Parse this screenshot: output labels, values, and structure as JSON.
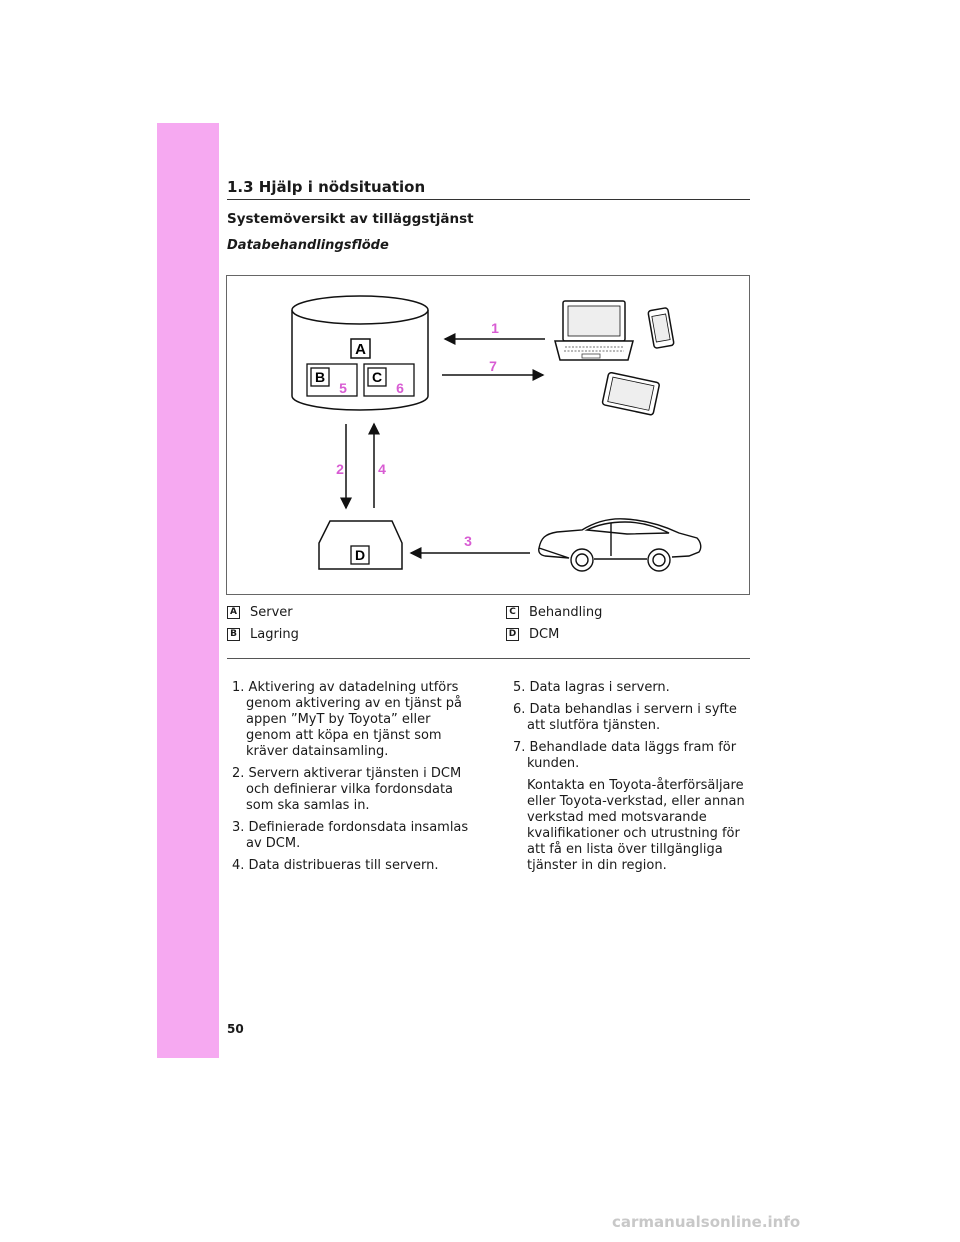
{
  "header": {
    "section_title": "1.3  Hjälp i nödsituation",
    "subtitle": "Systemöversikt av tilläggstjänst",
    "subtitle_italic": "Databehandlingsflöde"
  },
  "figure": {
    "box_labels": {
      "A": "A",
      "B": "B",
      "C": "C",
      "D": "D"
    },
    "step_numbers": [
      "1",
      "2",
      "3",
      "4",
      "5",
      "6",
      "7"
    ],
    "step_color": "#d85cd3"
  },
  "legend": [
    {
      "key": "A",
      "label": "Server"
    },
    {
      "key": "B",
      "label": "Lagring"
    },
    {
      "key": "C",
      "label": "Behandling"
    },
    {
      "key": "D",
      "label": "DCM"
    }
  ],
  "steps_left": [
    {
      "num": "1.",
      "text": "Aktivering av datadelning utförs genom aktivering av en tjänst på appen ”MyT by Toyota” eller genom att köpa en tjänst som kräver datainsamling."
    },
    {
      "num": "2.",
      "text": "Servern aktiverar tjänsten i DCM och definierar vilka fordonsdata som ska samlas in."
    },
    {
      "num": "3.",
      "text": "Definierade fordonsdata insamlas av DCM."
    },
    {
      "num": "4.",
      "text": "Data distribueras till servern."
    }
  ],
  "steps_right": [
    {
      "num": "5.",
      "text": "Data lagras i servern."
    },
    {
      "num": "6.",
      "text": "Data behandlas i servern i syfte att slutföra tjänsten."
    },
    {
      "num": "7.",
      "text": "Behandlade data läggs fram för kunden.",
      "extra": "Kontakta en Toyota-återförsäljare eller Toyota-verkstad, eller annan verkstad med motsvarande kvalifikationer och utrustning för att få en lista över tillgängliga tjänster in din region."
    }
  ],
  "page_number": "50",
  "watermark": "carmanualsonline.info",
  "colors": {
    "sidebar": "#f6a9f1",
    "accent": "#d85cd3"
  }
}
